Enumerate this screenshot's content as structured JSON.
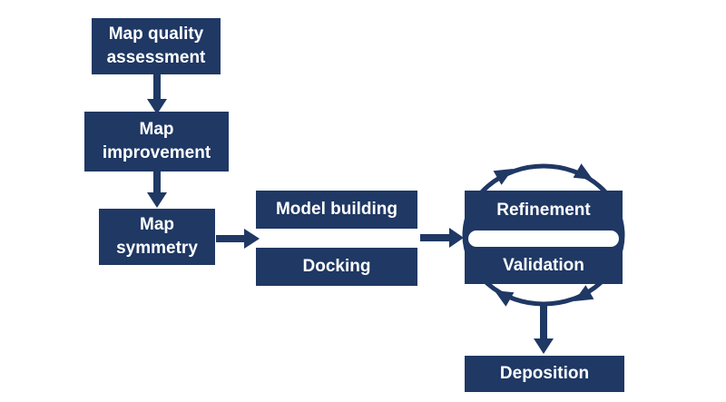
{
  "diagram": {
    "type": "flowchart",
    "colors": {
      "background": "#ffffff",
      "node_fill": "#1f3864",
      "node_text": "#ffffff",
      "arrow": "#1f3864"
    },
    "nodes": {
      "map_quality": {
        "label": "Map quality assessment"
      },
      "map_improvement": {
        "label": "Map improvement"
      },
      "map_symmetry": {
        "label": "Map symmetry"
      },
      "model_building": {
        "label": "Model building"
      },
      "docking": {
        "label": "Docking"
      },
      "refinement": {
        "label": "Refinement"
      },
      "validation": {
        "label": "Validation"
      },
      "deposition": {
        "label": "Deposition"
      }
    },
    "edges": [
      {
        "from": "map_quality",
        "to": "map_improvement"
      },
      {
        "from": "map_improvement",
        "to": "map_symmetry"
      },
      {
        "from": "map_symmetry",
        "to": "model_building + docking"
      },
      {
        "from": "model_building + docking",
        "to": "refinement + validation"
      },
      {
        "from": "refinement + validation",
        "to": "deposition"
      }
    ],
    "cycle": {
      "nodes": [
        "refinement",
        "validation"
      ],
      "direction": "clockwise",
      "arrowheads": 4
    }
  }
}
